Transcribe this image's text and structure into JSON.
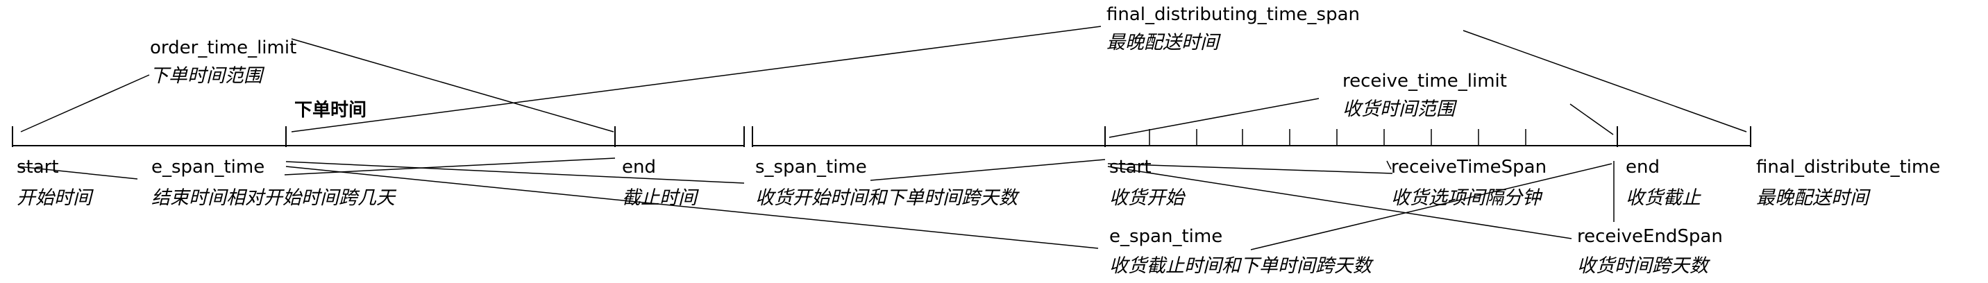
{
  "labels": {
    "final_distributing_time_span": {
      "en": "final_distributing_time_span",
      "cn": "最晚配送时间"
    },
    "order_time_limit": {
      "en": "order_time_limit",
      "cn": "下单时间范围"
    },
    "order_time_heading": "下单时间",
    "receive_time_limit": {
      "en": "receive_time_limit",
      "cn": "收货时间范围"
    },
    "start": {
      "en": "start",
      "cn": "开始时间"
    },
    "e_span_time_1": {
      "en": "e_span_time",
      "cn": "结束时间相对开始时间跨几天"
    },
    "end_1": {
      "en": "end",
      "cn": "截止时间"
    },
    "s_span_time": {
      "en": "s_span_time",
      "cn": "收货开始时间和下单时间跨天数"
    },
    "start_2": {
      "en": "start",
      "cn": "收货开始"
    },
    "receiveTimeSpan": {
      "en": "receiveTimeSpan",
      "cn": "收货选项间隔分钟"
    },
    "end_2": {
      "en": "end",
      "cn": "收货截止"
    },
    "final_distribute_time": {
      "en": "final_distribute_time",
      "cn": "最晚配送时间"
    },
    "e_span_time_2": {
      "en": "e_span_time",
      "cn": "收货截止时间和下单时间跨天数"
    },
    "receiveEndSpan": {
      "en": "receiveEndSpan",
      "cn": "收货时间跨天数"
    }
  },
  "colors": {
    "stroke": "#000000",
    "background": "#ffffff"
  }
}
